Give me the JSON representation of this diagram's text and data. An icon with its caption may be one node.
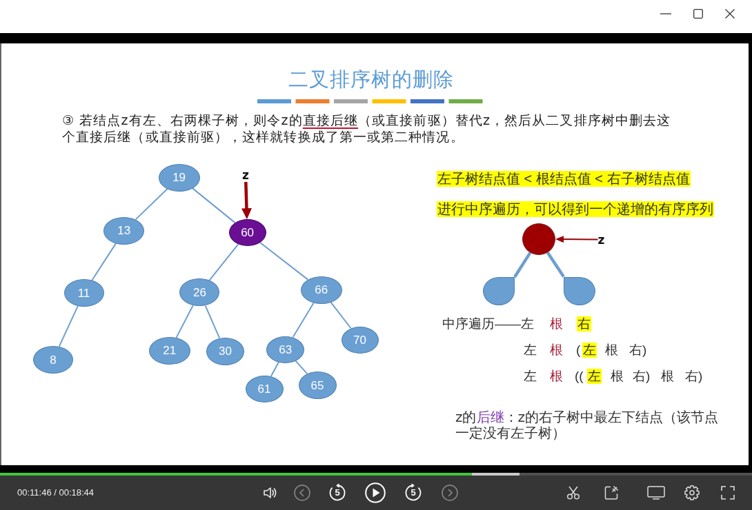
{
  "diagram": {
    "title": "二叉排序树的删除",
    "nodes": [
      {
        "text": [
          "19"
        ]
      },
      {
        "text": [
          "13"
        ]
      },
      {
        "text": [
          "60"
        ]
      },
      {
        "text": [
          "11"
        ]
      },
      {
        "text": [
          "26"
        ]
      },
      {
        "text": [
          "66"
        ]
      },
      {
        "text": [
          "8"
        ]
      },
      {
        "text": [
          "21"
        ]
      },
      {
        "text": [
          "30"
        ]
      },
      {
        "text": [
          "63"
        ]
      },
      {
        "text": [
          "70"
        ]
      },
      {
        "text": [
          "61"
        ]
      },
      {
        "text": [
          "65"
        ]
      },
      {
        "text": [
          "z"
        ]
      },
      {
        "text": [],
        "shape": "circle"
      },
      {
        "text": [],
        "shape": "teardrop"
      },
      {
        "text": [],
        "shape": "teardrop"
      },
      {
        "text": [
          "z"
        ]
      }
    ],
    "edges": [
      {
        "from": 0,
        "to": 1,
        "arrow": "none"
      },
      {
        "from": 0,
        "to": 2,
        "arrow": "none"
      },
      {
        "from": 1,
        "to": 3,
        "arrow": "none"
      },
      {
        "from": 3,
        "to": 6,
        "arrow": "none"
      },
      {
        "from": 2,
        "to": 4,
        "arrow": "none"
      },
      {
        "from": 2,
        "to": 5,
        "arrow": "none"
      },
      {
        "from": 4,
        "to": 7,
        "arrow": "none"
      },
      {
        "from": 4,
        "to": 8,
        "arrow": "none"
      },
      {
        "from": 5,
        "to": 9,
        "arrow": "none"
      },
      {
        "from": 5,
        "to": 10,
        "arrow": "none"
      },
      {
        "from": 9,
        "to": 11,
        "arrow": "none"
      },
      {
        "from": 9,
        "to": 12,
        "arrow": "none"
      },
      {
        "from": 13,
        "to": 2,
        "arrow": "to",
        "style": "thick",
        "color": "#9c0006"
      },
      {
        "from": 14,
        "to": 15,
        "arrow": "none",
        "style": "thick"
      },
      {
        "from": 14,
        "to": 16,
        "arrow": "none",
        "style": "thick"
      },
      {
        "from": 17,
        "to": 14,
        "arrow": "to",
        "color": "#9c0006"
      }
    ],
    "labels": [
      "③ 若结点z有左、右两棵子树，则令z的直接后继（或直接前驱）替代z，然后从二叉排序树中删去这个直接后继（或直接前驱），这样就转换成了第一或第二种情况。",
      "左子树结点值 < 根结点值 < 右子树结点值",
      "进行中序遍历，可以得到一个递增的有序序列",
      "中序遍历——左",
      "根",
      "右",
      "左",
      "根",
      "(",
      "左",
      "根",
      "右)",
      "左",
      "根",
      "((",
      "左",
      "根",
      "右)",
      "根",
      "右)",
      "z的后继：z的右子树中最左下结点（该节点一定没有左子树）",
      "00:11:46 / 00:18:44",
      "5",
      "5"
    ]
  }
}
